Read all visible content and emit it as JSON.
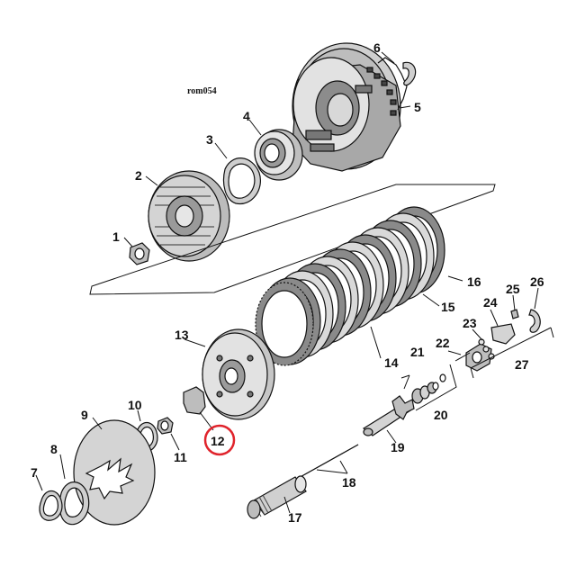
{
  "diagram": {
    "code": "rom054",
    "labels": {
      "p1": "1",
      "p2": "2",
      "p3": "3",
      "p4": "4",
      "p5": "5",
      "p6": "6",
      "p7": "7",
      "p8": "8",
      "p9": "9",
      "p10": "10",
      "p11": "11",
      "p12": "12",
      "p13": "13",
      "p14": "14",
      "p15": "15",
      "p16": "16",
      "p17": "17",
      "p18": "18",
      "p19": "19",
      "p20": "20",
      "p21": "21",
      "p22": "22",
      "p23": "23",
      "p24": "24",
      "p25": "25",
      "p26": "26",
      "p27": "27"
    },
    "highlighted_part": "12",
    "colors": {
      "highlight": "#e0242c",
      "metal_light": "#d8d8d8",
      "metal_mid": "#a9a9a9",
      "metal_dark": "#6e6e6e",
      "friction": "#8a8a8a"
    }
  }
}
